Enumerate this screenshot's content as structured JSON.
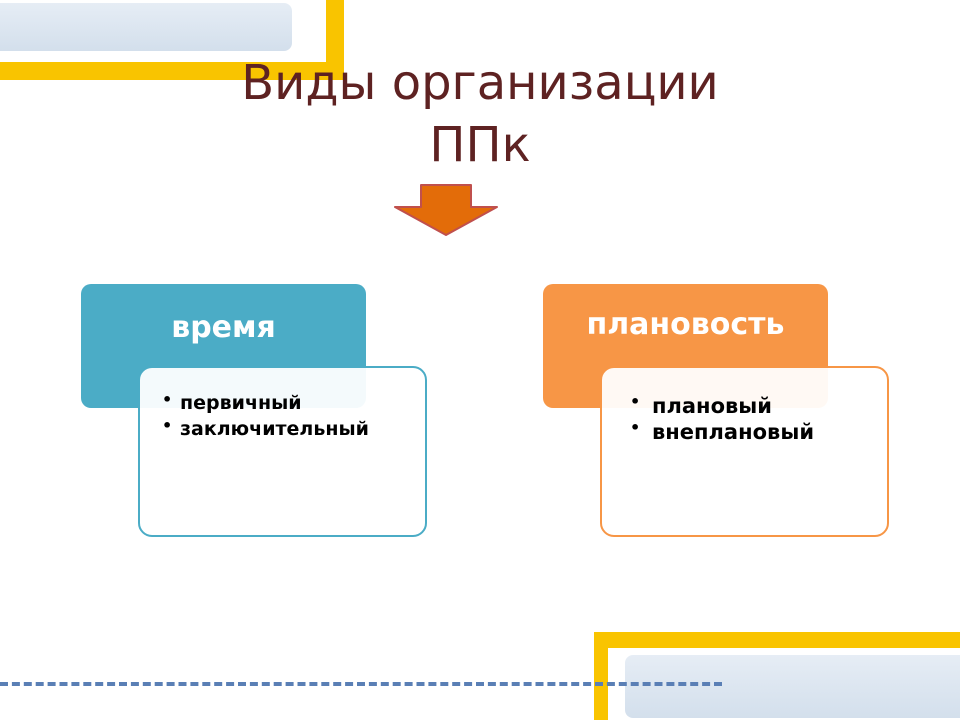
{
  "slide": {
    "title_line1": "Виды организации",
    "title_line2": "ППк"
  },
  "diagram": {
    "left": {
      "header": "время",
      "items": [
        "первичный",
        "заключительный"
      ],
      "color": "#4bacc6"
    },
    "right": {
      "header": "плановость",
      "items": [
        "плановый",
        "внеплановый"
      ],
      "color": "#f79646"
    },
    "arrow_color": "#e36c09",
    "title_color": "#5e2222",
    "decor_frame_color": "#f9c400",
    "decor_dash_color": "#5a7fb5"
  }
}
